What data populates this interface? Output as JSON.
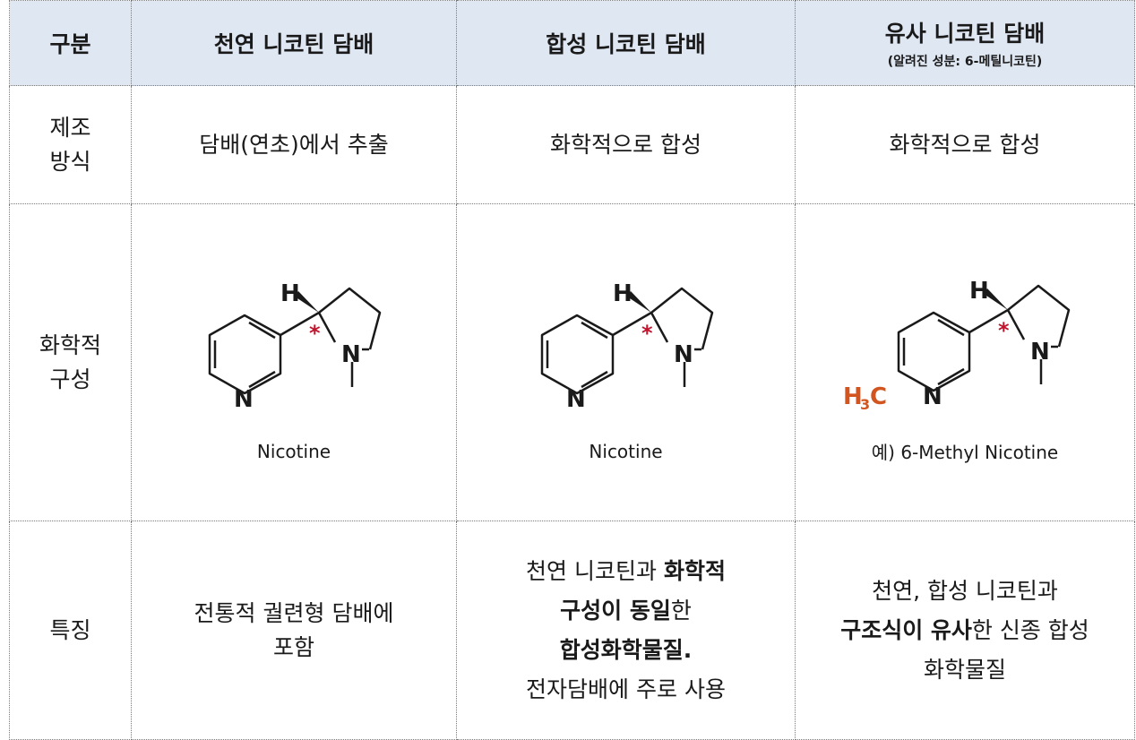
{
  "header": {
    "col0": "구분",
    "col1": "천연 니코틴 담배",
    "col2": "합성 니코틴 담배",
    "col3": "유사 니코틴 담배",
    "col3_sub": "(알려진 성분: 6-메틸니코틴)"
  },
  "rows": {
    "manufacture": {
      "label_l1": "제조",
      "label_l2": "방식",
      "natural": "담배(연초)에서 추출",
      "synthetic": "화학적으로 합성",
      "analog": "화학적으로 합성"
    },
    "composition": {
      "label_l1": "화학적",
      "label_l2": "구성",
      "natural_caption": "Nicotine",
      "synthetic_caption": "Nicotine",
      "analog_caption": "예) 6-Methyl Nicotine",
      "atom_h": "H",
      "atom_n": "N",
      "stereo_mark": "*",
      "methyl_main": "H",
      "methyl_sub": "3",
      "methyl_c": "C"
    },
    "features": {
      "label": "특징",
      "natural_l1": "전통적 궐련형 담배에",
      "natural_l2": "포함",
      "syn_a": "천연 니코틴과 ",
      "syn_b": "화학적",
      "syn_c": "구성이 동일",
      "syn_d": "한",
      "syn_e": "합성화학물질.",
      "syn_f": "전자담배에 주로 사용",
      "ana_a": "천연, 합성 니코틴과",
      "ana_b": "구조식이 유사",
      "ana_c": "한 신종 합성",
      "ana_d": "화학물질"
    }
  },
  "colors": {
    "header_bg": "#dfe7f3",
    "stereo_red": "#c0142d",
    "methyl_orange": "#d2541e"
  }
}
